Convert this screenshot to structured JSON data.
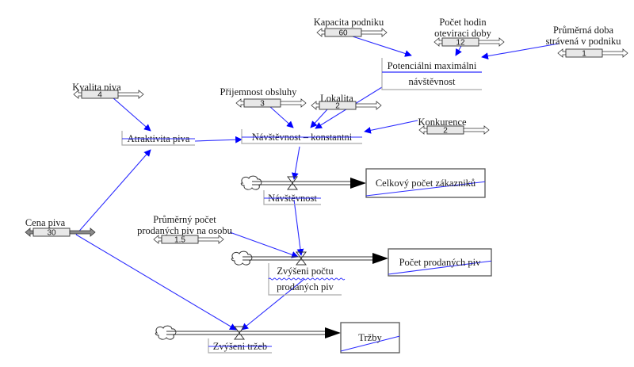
{
  "diagram": {
    "type": "stock-and-flow model",
    "colors": {
      "link": "#2b2bff",
      "arrowhead": "#0000ff",
      "text": "#1a1a1a",
      "pipe": "#333333",
      "slider_fill": "#e8e8e8",
      "slider_dark": "#888888"
    }
  },
  "constants": [
    {
      "id": "kapacita",
      "label_lines": [
        "Kapacita podniku"
      ],
      "value": "60"
    },
    {
      "id": "hodiny",
      "label_lines": [
        "Počet hodin",
        "oteviraci doby"
      ],
      "value": "12"
    },
    {
      "id": "doba",
      "label_lines": [
        "Průměrná doba",
        "strávená v podniku"
      ],
      "value": "1"
    },
    {
      "id": "kvalita",
      "label_lines": [
        "Kvalita piva"
      ],
      "value": "4"
    },
    {
      "id": "prijemnost",
      "label_lines": [
        "Přijemnost obsluhy"
      ],
      "value": "3"
    },
    {
      "id": "lokalita",
      "label_lines": [
        "Lokalita"
      ],
      "value": "2"
    },
    {
      "id": "konkurence",
      "label_lines": [
        "Konkurence"
      ],
      "value": "2"
    },
    {
      "id": "cena",
      "label_lines": [
        "Cena piva"
      ],
      "value": "30"
    },
    {
      "id": "prumerny",
      "label_lines": [
        "Průměrný počet",
        "prodaných piv na osobu"
      ],
      "value": "1.5"
    }
  ],
  "auxiliaries": [
    {
      "id": "potencialni",
      "label_lines": [
        "Potenciálni maximálni",
        "návštěvnost"
      ]
    },
    {
      "id": "atraktivita",
      "label_lines": [
        "Atraktivita piva"
      ]
    },
    {
      "id": "navstevnost_k",
      "label_lines": [
        "Návštěvnost – konstantni"
      ]
    }
  ],
  "flows": [
    {
      "id": "navstevnost",
      "label_lines": [
        "Návštěvnost"
      ]
    },
    {
      "id": "zvyseni_poctu",
      "label_lines": [
        "Zvýšeni počtu",
        "prodaných piv"
      ]
    },
    {
      "id": "zvyseni_trzeb",
      "label_lines": [
        "Zvýšeni tržeb"
      ]
    }
  ],
  "stocks": [
    {
      "id": "celkovy",
      "label": "Celkový počet zákazniků"
    },
    {
      "id": "pocet_piv",
      "label": "Počet prodaných piv"
    },
    {
      "id": "trzby",
      "label": "Tržby"
    }
  ],
  "links": [
    [
      "kapacita",
      "potencialni"
    ],
    [
      "hodiny",
      "potencialni"
    ],
    [
      "doba",
      "potencialni"
    ],
    [
      "kvalita",
      "atraktivita"
    ],
    [
      "cena",
      "atraktivita"
    ],
    [
      "atraktivita",
      "navstevnost_k"
    ],
    [
      "prijemnost",
      "navstevnost_k"
    ],
    [
      "lokalita",
      "navstevnost_k"
    ],
    [
      "potencialni",
      "navstevnost_k"
    ],
    [
      "konkurence",
      "navstevnost_k"
    ],
    [
      "navstevnost_k",
      "navstevnost"
    ],
    [
      "navstevnost",
      "zvyseni_poctu"
    ],
    [
      "prumerny",
      "zvyseni_poctu"
    ],
    [
      "zvyseni_poctu",
      "zvyseni_trzeb"
    ],
    [
      "cena",
      "zvyseni_trzeb"
    ]
  ]
}
